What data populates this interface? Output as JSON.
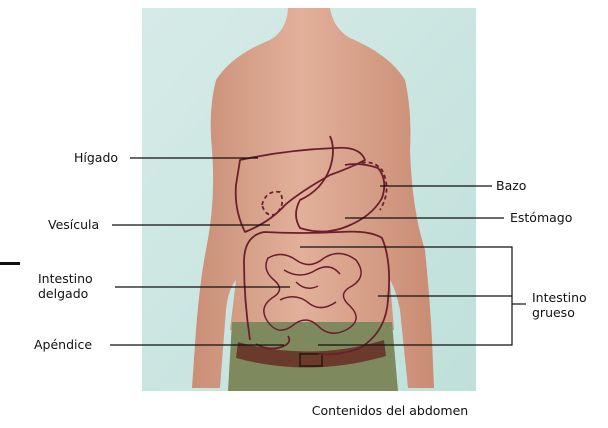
{
  "labels": {
    "higado": "Hígado",
    "vesicula": "Vesícula",
    "intestino_delgado": "Intestino\ndelgado",
    "apendice": "Apéndice",
    "bazo": "Bazo",
    "estomago": "Estómago",
    "intestino_grueso": "Intestino\ngrueso"
  },
  "caption": "Contenidos del abdomen",
  "colors": {
    "background": "#c9e4df",
    "skin": "#d9a48c",
    "outline": "#6b1f2e",
    "pants": "#7e8a5e",
    "belt": "#6a3b2c",
    "leader": "#111111"
  }
}
